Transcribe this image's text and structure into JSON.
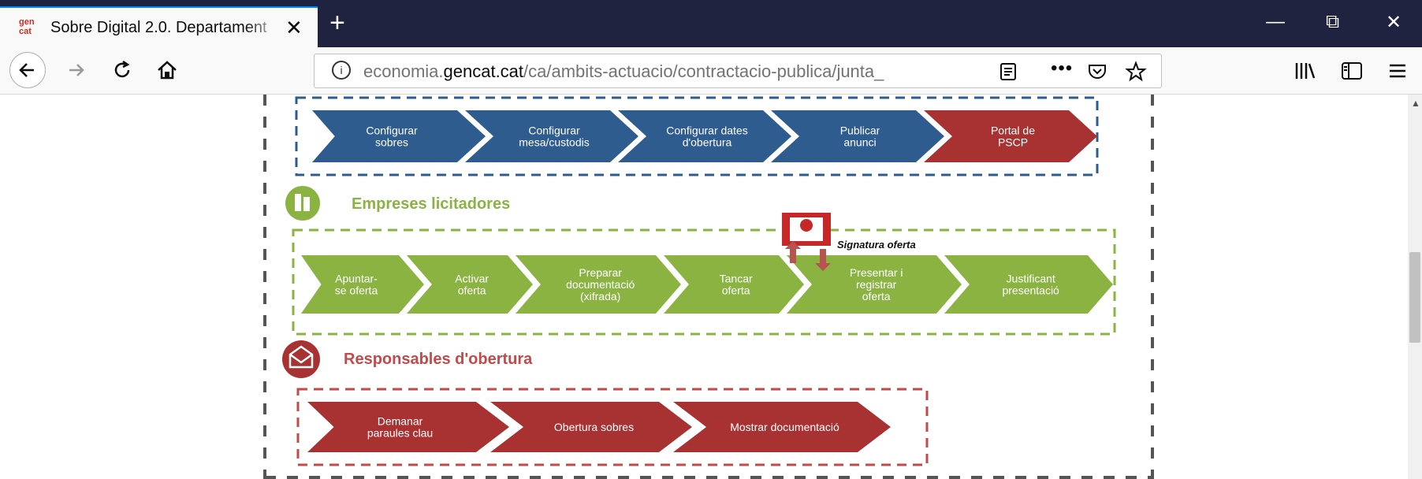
{
  "browser": {
    "tab_title": "Sobre Digital 2.0. Departament",
    "tab_logo_top": "gen",
    "tab_logo_bottom": "cat",
    "tab_close": "✕",
    "new_tab": "+",
    "url_prefix": "economia.",
    "url_domain": "gencat.cat",
    "url_path": "/ca/ambits-actuacio/contractacio-publica/junta_",
    "window_controls": {
      "minimize": "—",
      "restore": "⧉",
      "close": "✕"
    }
  },
  "diagram": {
    "sections": [
      {
        "title": "",
        "color": "#2e5c8f",
        "steps": [
          [
            "Configurar",
            "sobres"
          ],
          [
            "Configurar",
            "mesa/custodis"
          ],
          [
            "Configurar dates",
            "d'obertura"
          ],
          [
            "Publicar",
            "anunci"
          ],
          [
            "Portal de",
            "PSCP"
          ]
        ]
      },
      {
        "title": "Empreses licitadores",
        "color": "#8ab342",
        "steps": [
          [
            "Apuntar-",
            "se oferta"
          ],
          [
            "Activar",
            "oferta"
          ],
          [
            "Preparar",
            "documentació",
            "(xifrada)"
          ],
          [
            "Tancar",
            "oferta"
          ],
          [
            "Presentar i",
            "registrar",
            "oferta"
          ],
          [
            "Justificant",
            "presentació"
          ]
        ]
      },
      {
        "title": "Responsables d'obertura",
        "color": "#a83232",
        "steps": [
          [
            "Demanar",
            "paraules clau"
          ],
          [
            "Obertura sobres"
          ],
          [
            "Mostrar documentació"
          ]
        ]
      }
    ],
    "signature_label": "Signatura oferta"
  },
  "icons": {
    "back": "back-arrow-icon",
    "forward": "forward-arrow-icon",
    "reload": "reload-icon",
    "home": "home-icon",
    "reader": "reader-view-icon",
    "more": "more-icon",
    "pocket": "pocket-icon",
    "bookmark": "star-icon",
    "library": "library-icon",
    "sidebar": "sidebar-icon",
    "menu": "hamburger-menu-icon"
  },
  "colors": {
    "blue": "#2e5c8f",
    "green": "#8ab342",
    "red": "#a83232",
    "titlebar": "#202340"
  }
}
